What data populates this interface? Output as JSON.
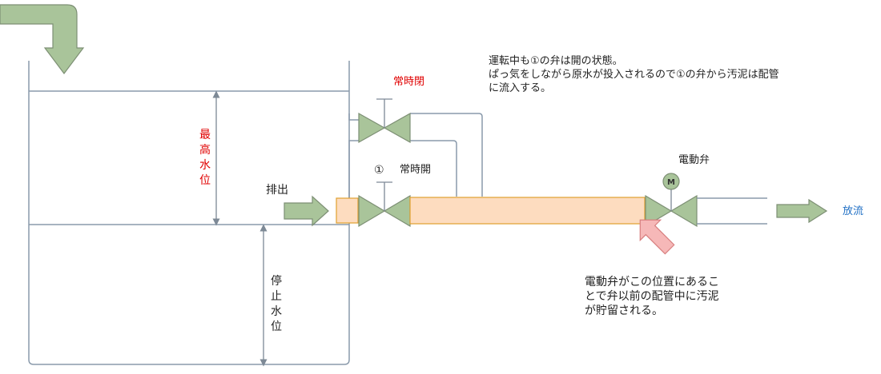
{
  "labels": {
    "max_level": "最\n高\n水\n位",
    "stop_level": "停\n止\n水\n位",
    "discharge": "排出",
    "normally_closed": "常時閉",
    "valve_no": "①",
    "normally_open": "常時開",
    "motor_valve": "電動弁",
    "motor_mark": "M",
    "outflow": "放流"
  },
  "notes": {
    "top": "運転中も①の弁は開の状態。\nぱっ気をしながら原水が投入されるので①の弁から汚泥は配管\nに流入する。",
    "bottom": "電動弁がこの位置にあるこ\nとで弁以前の配管中に汚泥\nが貯留される。"
  },
  "colors": {
    "line": "#8a9aab",
    "arrow_fill": "#a9c49a",
    "arrow_stroke": "#7d8f74",
    "valve_fill": "#a9c49a",
    "sludge_fill": "#fddcbf",
    "sludge_stroke": "#e0a030",
    "pink_arrow": "#f6b8b8",
    "red_text": "#e00000",
    "blue_text": "#1f6fc4"
  }
}
